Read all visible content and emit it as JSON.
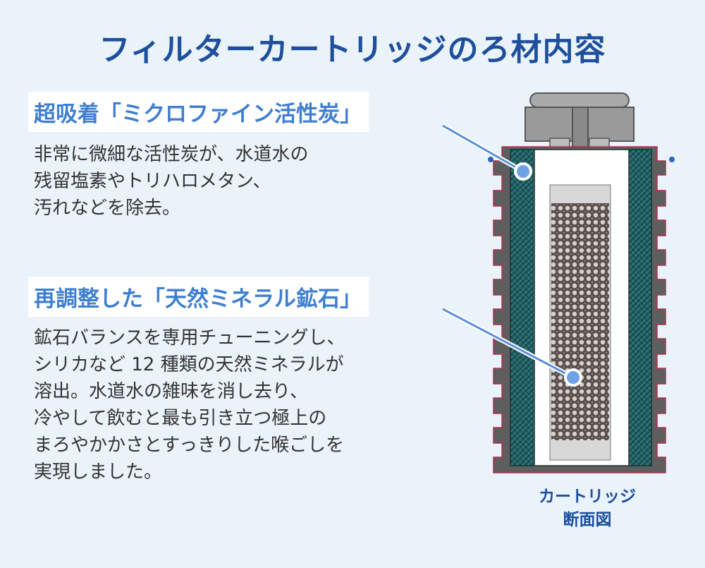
{
  "title": "フィルターカートリッジのろ材内容",
  "sections": [
    {
      "label": "超吸着「ミクロファイン活性炭」",
      "lines": [
        "非常に微細な活性炭が、水道水の",
        "残留塩素やトリハロメタン、",
        "汚れなどを除去。"
      ]
    },
    {
      "label": "再調整した「天然ミネラル鉱石」",
      "lines": [
        "鉱石バランスを専用チューニングし、",
        "シリカなど 12 種類の天然ミネラルが",
        "溶出。水道水の雑味を消し去り、",
        "冷やして飲むと最も引き立つ極上の",
        "まろやかかさとすっきりした喉ごしを",
        "実現しました。"
      ]
    }
  ],
  "caption": [
    "カートリッジ",
    "断面図"
  ],
  "colors": {
    "title": "#1d4f9c",
    "label": "#3f7fd0",
    "background": "#eaf2fa",
    "carbon": "#1f5a5e",
    "mineral": "#4a4242",
    "shell": "#5a5a5a",
    "leader": "#5b8fd6"
  }
}
